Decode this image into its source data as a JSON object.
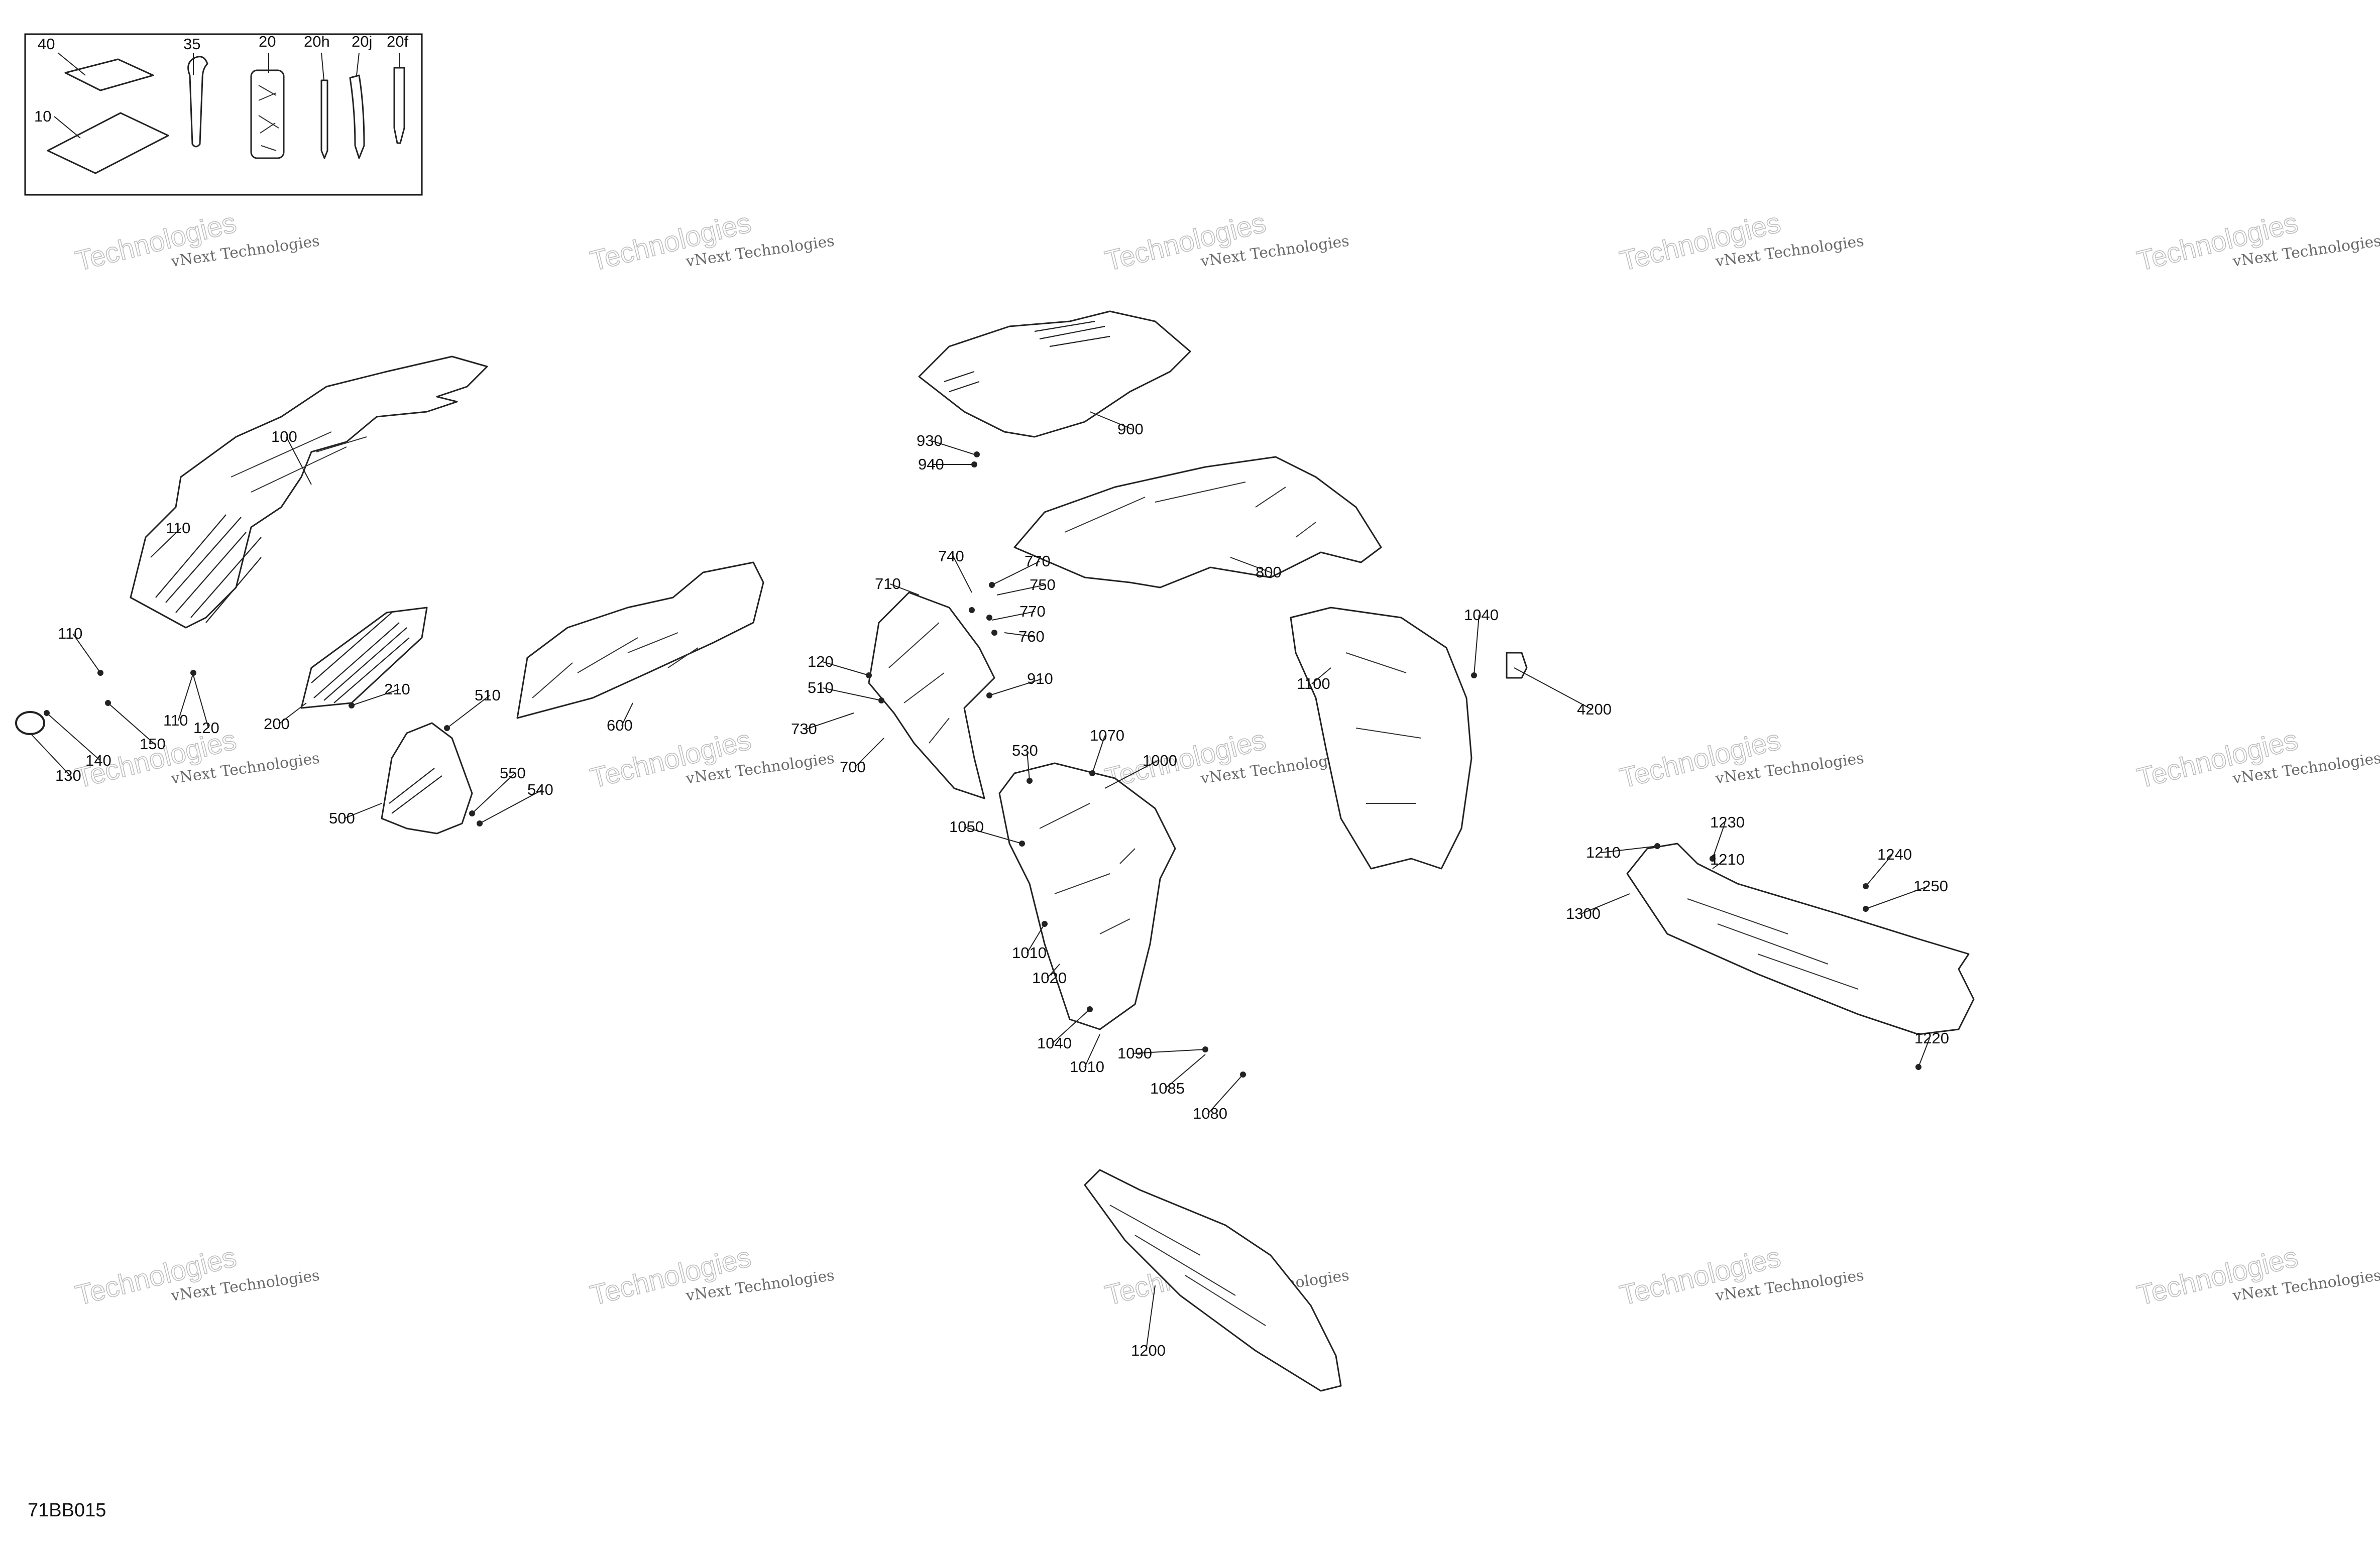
{
  "drawing_code": "71BB015",
  "watermark": {
    "line1": "vNext Technologies",
    "line2": "Technologies"
  },
  "kit_labels": [
    "40",
    "35",
    "20",
    "20h",
    "20j",
    "20f",
    "10"
  ],
  "callouts": [
    "100",
    "110",
    "110",
    "110",
    "120",
    "130",
    "140",
    "150",
    "200",
    "210",
    "500",
    "510",
    "540",
    "550",
    "600",
    "900",
    "930",
    "940",
    "800",
    "710",
    "740",
    "770",
    "750",
    "770",
    "760",
    "120",
    "510",
    "730",
    "700",
    "910",
    "1040",
    "1100",
    "4200",
    "530",
    "1070",
    "1000",
    "1050",
    "1010",
    "1020",
    "1040",
    "1010",
    "1090",
    "1085",
    "1080",
    "1210",
    "1230",
    "1210",
    "1240",
    "1250",
    "1300",
    "1220",
    "1200"
  ]
}
